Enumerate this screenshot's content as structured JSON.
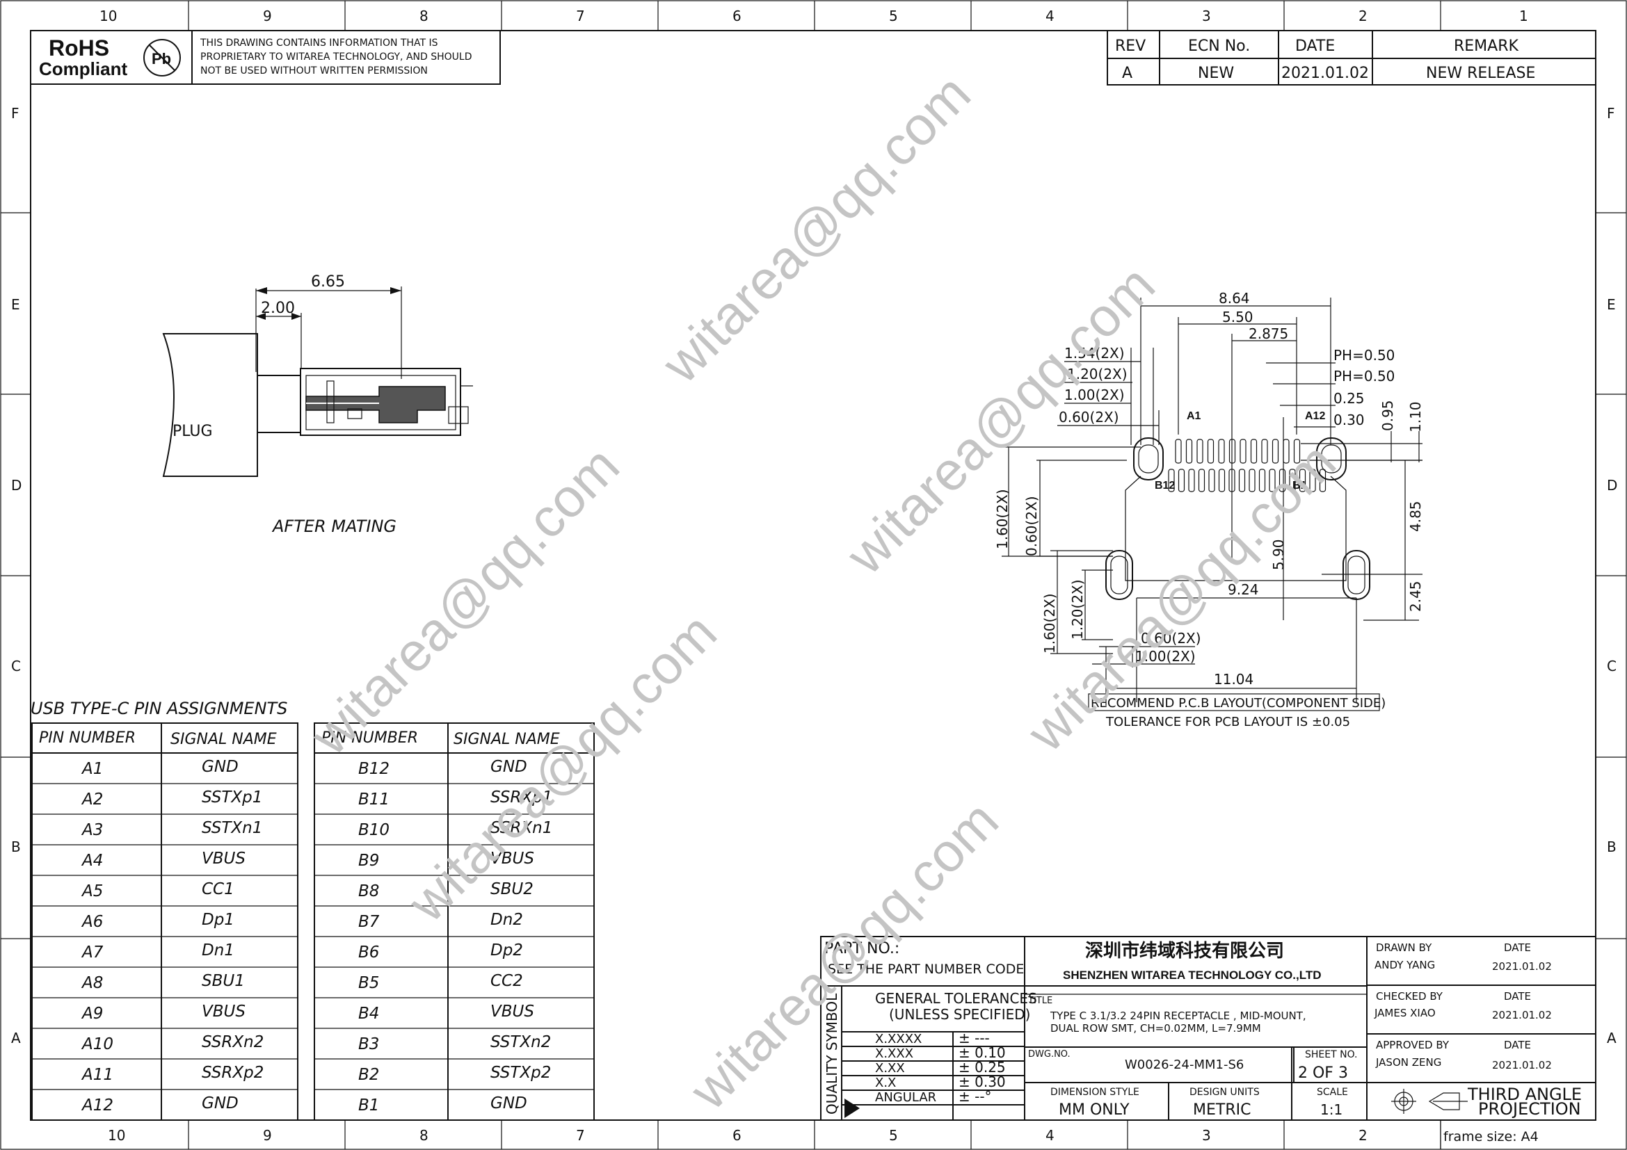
{
  "border": {
    "columns": [
      "10",
      "9",
      "8",
      "7",
      "6",
      "5",
      "4",
      "3",
      "2",
      "1"
    ],
    "rows": [
      "F",
      "E",
      "D",
      "C",
      "B",
      "A"
    ]
  },
  "header": {
    "rohs": "RoHS",
    "compliant": "Compliant",
    "pb": "Pb",
    "notice": [
      "THIS DRAWING CONTAINS INFORMATION THAT IS",
      "PROPRIETARY TO WITAREA TECHNOLOGY, AND SHOULD",
      "NOT BE USED WITHOUT WRITTEN PERMISSION"
    ]
  },
  "revision": {
    "headers": [
      "REV",
      "ECN No.",
      "DATE",
      "REMARK"
    ],
    "row": [
      "A",
      "NEW",
      "2021.01.02",
      "NEW RELEASE"
    ]
  },
  "side_view": {
    "dim_total": "6.65",
    "dim_plug": "2.00",
    "plug_label": "PLUG",
    "caption": "AFTER MATING"
  },
  "pcb_layout": {
    "dims": {
      "w864": "8.64",
      "w550": "5.50",
      "w2875": "2.875",
      "d154": "1.54(2X)",
      "d120": "1.20(2X)",
      "d100": "1.00(2X)",
      "d060": "0.60(2X)",
      "ph1": "PH=0.50",
      "ph2": "PH=0.50",
      "d025": "0.25",
      "d030": "0.30",
      "v095": "0.95",
      "v110": "1.10",
      "v485": "4.85",
      "v590": "5.90",
      "v245": "2.45",
      "v160a": "1.60(2X)",
      "v060a": "0.60(2X)",
      "v160b": "1.60(2X)",
      "v120b": "1.20(2X)",
      "w924": "9.24",
      "b060": "0.60(2X)",
      "b100": "1.00(2X)",
      "w1104": "11.04"
    },
    "pins": {
      "a1": "A1",
      "a12": "A12",
      "b12": "B12",
      "b1": "B1"
    },
    "caption1": "RECOMMEND P.C.B LAYOUT(COMPONENT SIDE)",
    "caption2": "TOLERANCE FOR PCB LAYOUT IS ±0.05"
  },
  "pin_table": {
    "title": "USB TYPE-C PIN ASSIGNMENTS",
    "headers": [
      "PIN NUMBER",
      "SIGNAL NAME",
      "PIN NUMBER",
      "SIGNAL NAME"
    ],
    "left": [
      [
        "A1",
        "GND"
      ],
      [
        "A2",
        "SSTXp1"
      ],
      [
        "A3",
        "SSTXn1"
      ],
      [
        "A4",
        "VBUS"
      ],
      [
        "A5",
        "CC1"
      ],
      [
        "A6",
        "Dp1"
      ],
      [
        "A7",
        "Dn1"
      ],
      [
        "A8",
        "SBU1"
      ],
      [
        "A9",
        "VBUS"
      ],
      [
        "A10",
        "SSRXn2"
      ],
      [
        "A11",
        "SSRXp2"
      ],
      [
        "A12",
        "GND"
      ]
    ],
    "right": [
      [
        "B12",
        "GND"
      ],
      [
        "B11",
        "SSRXp1"
      ],
      [
        "B10",
        "SSRXn1"
      ],
      [
        "B9",
        "VBUS"
      ],
      [
        "B8",
        "SBU2"
      ],
      [
        "B7",
        "Dn2"
      ],
      [
        "B6",
        "Dp2"
      ],
      [
        "B5",
        "CC2"
      ],
      [
        "B4",
        "VBUS"
      ],
      [
        "B3",
        "SSTXn2"
      ],
      [
        "B2",
        "SSTXp2"
      ],
      [
        "B1",
        "GND"
      ]
    ]
  },
  "title_block": {
    "part_no": "PART NO.:",
    "part_note": "SEE THE PART NUMBER CODE",
    "company_cn": "深圳市纬域科技有限公司",
    "company_en": "SHENZHEN WITAREA TECHNOLOGY CO.,LTD",
    "quality_symbol": "QUALITY SYMBOL",
    "gen_tol1": "GENERAL TOLERANCES",
    "gen_tol2": "(UNLESS SPECIFIED)",
    "tolerances": [
      [
        "X.XXXX",
        "± ---"
      ],
      [
        "X.XXX",
        "± 0.10"
      ],
      [
        "X.XX",
        "± 0.25"
      ],
      [
        "X.X",
        "± 0.30"
      ],
      [
        "ANGULAR",
        "± --°"
      ]
    ],
    "title_label": "TITLE",
    "title_line1": "TYPE C 3.1/3.2 24PIN RECEPTACLE , MID-MOUNT,",
    "title_line2": "DUAL ROW SMT, CH=0.02MM, L=7.9MM",
    "dwg_label": "DWG.NO.",
    "dwg_no": "W0026-24-MM1-S6",
    "sheet_label": "SHEET NO.",
    "sheet": "2 OF 3",
    "dim_style_label": "DIMENSION STYLE",
    "dim_style": "MM ONLY",
    "units_label": "DESIGN UNITS",
    "units": "METRIC",
    "scale_label": "SCALE",
    "scale": "1:1",
    "drawn_by_label": "DRAWN BY",
    "drawn_by": "ANDY YANG",
    "checked_by_label": "CHECKED BY",
    "checked_by": "JAMES XIAO",
    "approved_by_label": "APPROVED BY",
    "approved_by": "JASON ZENG",
    "date_label": "DATE",
    "date": "2021.01.02",
    "projection1": "THIRD ANGLE",
    "projection2": "PROJECTION",
    "frame_size": "frame size: A4"
  },
  "watermark": "witarea@qq.com"
}
